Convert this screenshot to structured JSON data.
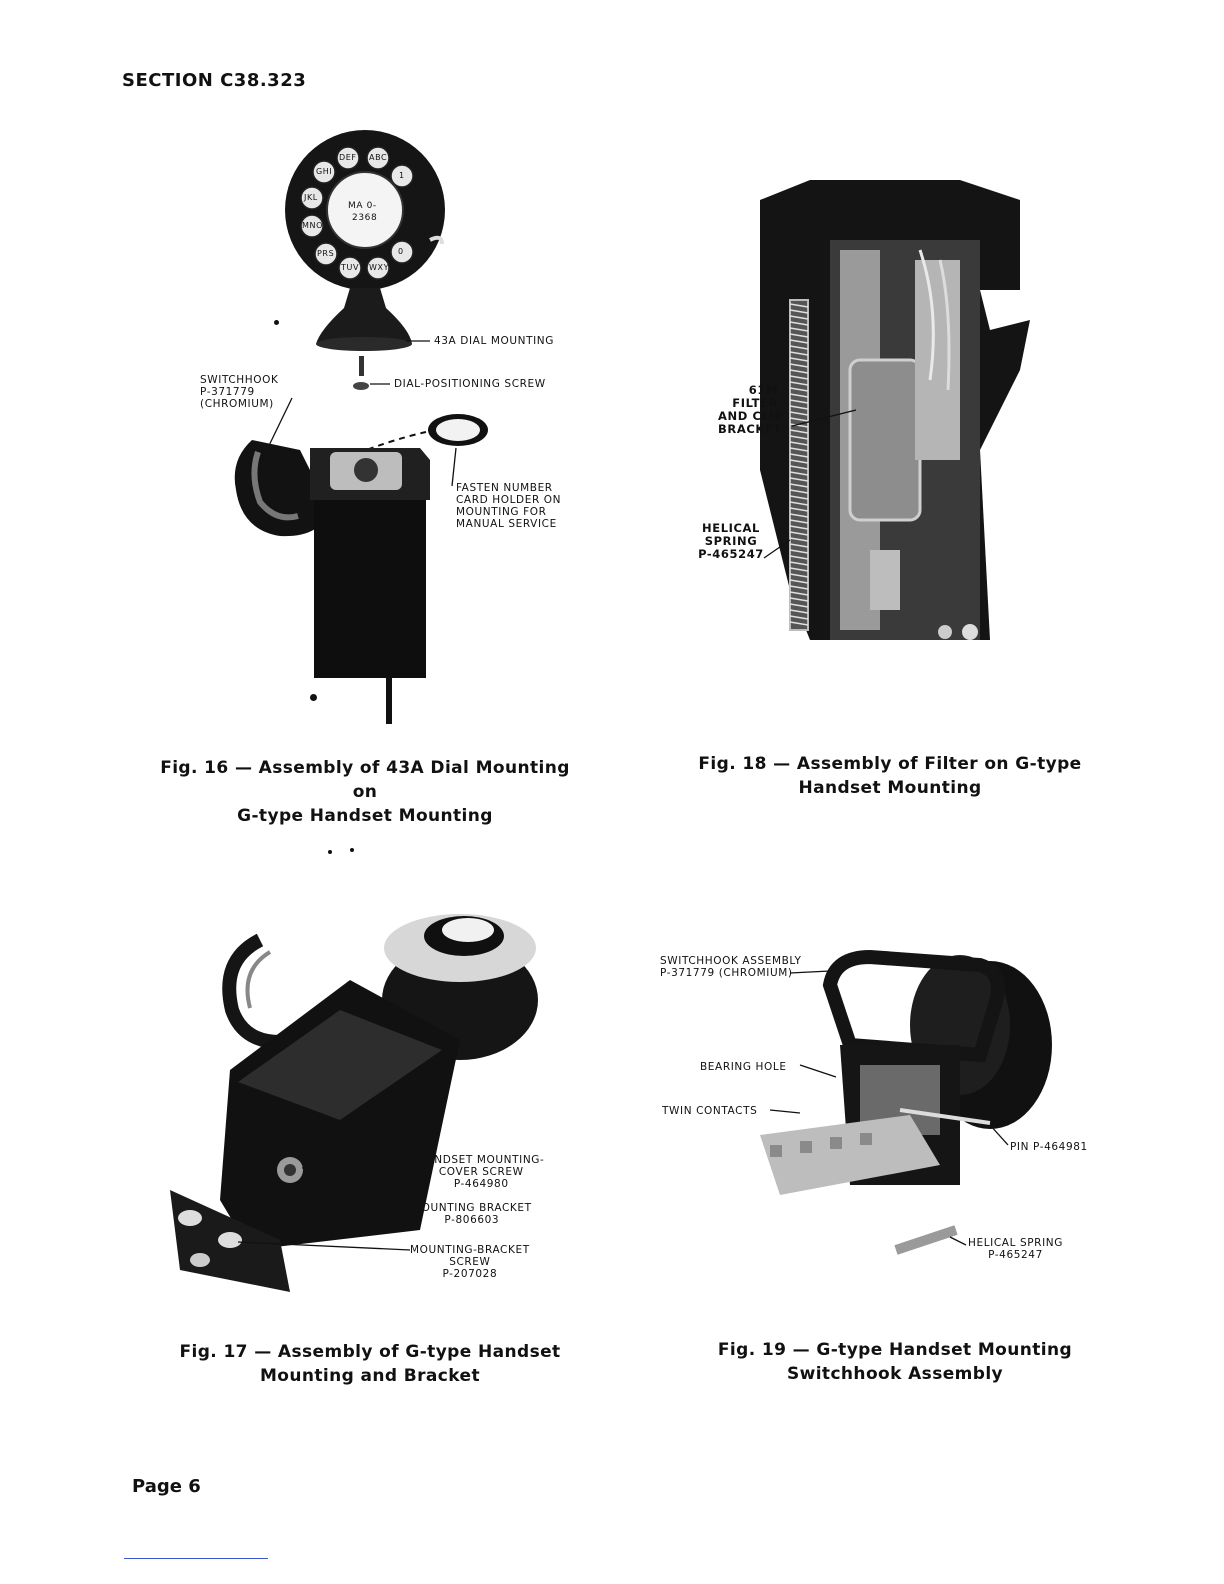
{
  "header": {
    "section": "SECTION  C38.323"
  },
  "footer": {
    "page": "Page 6"
  },
  "figures": [
    {
      "id": "fig16",
      "caption": [
        "Fig.  16 — Assembly  of  43A  Dial  Mounting  on",
        "G-type  Handset  Mounting"
      ],
      "dial_card": [
        "MA 0-",
        "2368"
      ],
      "dial_letters": [
        "DEF",
        "ABC",
        "1",
        "GHI",
        "JKL",
        "MNO",
        "PRS",
        "TUV",
        "WXY",
        "0"
      ],
      "callouts": {
        "dial_mounting": "43A DIAL MOUNTING",
        "positioning_screw": "DIAL-POSITIONING SCREW",
        "switchhook": "SWITCHHOOK\nP-371779\n(CHROMIUM)",
        "number_card": "FASTEN NUMBER\nCARD HOLDER ON\nMOUNTING FOR\nMANUAL SERVICE"
      }
    },
    {
      "id": "fig18",
      "caption": [
        "Fig.  18 — Assembly  of  Filter  on  G-type",
        "Handset  Mounting"
      ],
      "callouts": {
        "filter": "61M\nFILTER\nAND CLIP\nBRACKET",
        "spring": "HELICAL\nSPRING\nP-465247"
      }
    },
    {
      "id": "fig17",
      "caption": [
        "Fig.  17 — Assembly  of  G-type  Handset",
        "Mounting  and  Bracket"
      ],
      "callouts": {
        "cover_screw": "HANDSET MOUNTING-\nCOVER SCREW\nP-464980",
        "bracket": "MOUNTING BRACKET\nP-806603",
        "bracket_screw": "MOUNTING-BRACKET\nSCREW\nP-207028"
      }
    },
    {
      "id": "fig19",
      "caption": [
        "Fig.  19 — G-type  Handset  Mounting",
        "Switchhook  Assembly"
      ],
      "callouts": {
        "switchhook_assembly": "SWITCHHOOK ASSEMBLY\nP-371779 (CHROMIUM)",
        "bearing_hole": "BEARING HOLE",
        "twin_contacts": "TWIN CONTACTS",
        "pin": "PIN P-464981",
        "helical_spring": "HELICAL SPRING\nP-465247"
      }
    }
  ]
}
